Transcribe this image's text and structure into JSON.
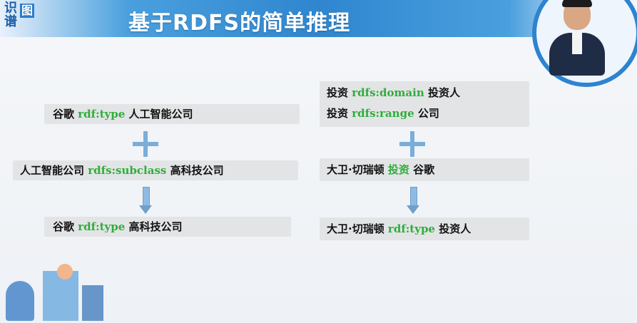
{
  "logo": {
    "char1": "识",
    "char2": "图",
    "char3": "谱"
  },
  "title": "基于RDFS的简单推理",
  "left": {
    "box1": {
      "pre": "谷歌 ",
      "kw": "rdf:type",
      "post": " 人工智能公司"
    },
    "box2": {
      "pre": "人工智能公司 ",
      "kw": "rdfs:subclass",
      "post": " 高科技公司"
    },
    "box3": {
      "pre": "谷歌 ",
      "kw": "rdf:type",
      "post": " 高科技公司"
    }
  },
  "right": {
    "box1": {
      "line1": {
        "pre": "投资 ",
        "kw": "rdfs:domain",
        "post": " 投资人"
      },
      "line2": {
        "pre": "投资 ",
        "kw": "rdfs:range",
        "post": " 公司"
      }
    },
    "box2": {
      "pre": "大卫·切瑞顿 ",
      "kw": "投资",
      "post": " 谷歌"
    },
    "box3": {
      "pre": "大卫·切瑞顿 ",
      "kw": "rdf:type",
      "post": " 投资人"
    }
  },
  "icons": {
    "plus": "plus-icon",
    "arrow": "arrow-down-icon"
  },
  "colors": {
    "keyword": "#2fae3b",
    "header": "#2f86cf",
    "box": "#e3e4e6"
  }
}
